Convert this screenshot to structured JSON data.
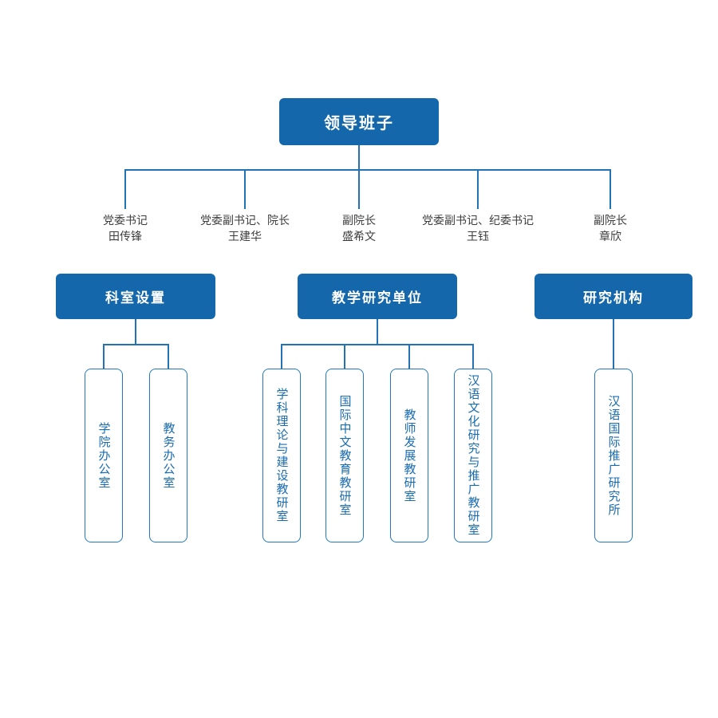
{
  "colors": {
    "primary_fill": "#1467ab",
    "connector_line": "#2173b6",
    "leaf_border": "#2379bd",
    "leaf_text": "#1a6cb0",
    "leader_text": "#3d3d3d"
  },
  "root": {
    "label": "领导班子"
  },
  "leaders": [
    {
      "title": "党委书记",
      "name": "田传锋"
    },
    {
      "title": "党委副书记、院长",
      "name": "王建华"
    },
    {
      "title": "副院长",
      "name": "盛希文"
    },
    {
      "title": "党委副书记、纪委书记",
      "name": "王钰"
    },
    {
      "title": "副院长",
      "name": "章欣"
    }
  ],
  "sections": [
    {
      "title": "科室设置",
      "children": [
        "学院办公室",
        "教务办公室"
      ]
    },
    {
      "title": "教学研究单位",
      "children": [
        "学科理论与建设教研室",
        "国际中文教育教研室",
        "教师发展教研室",
        "汉语文化研究与推广教研室"
      ]
    },
    {
      "title": "研究机构",
      "children": [
        "汉语国际推广研究所"
      ]
    }
  ]
}
